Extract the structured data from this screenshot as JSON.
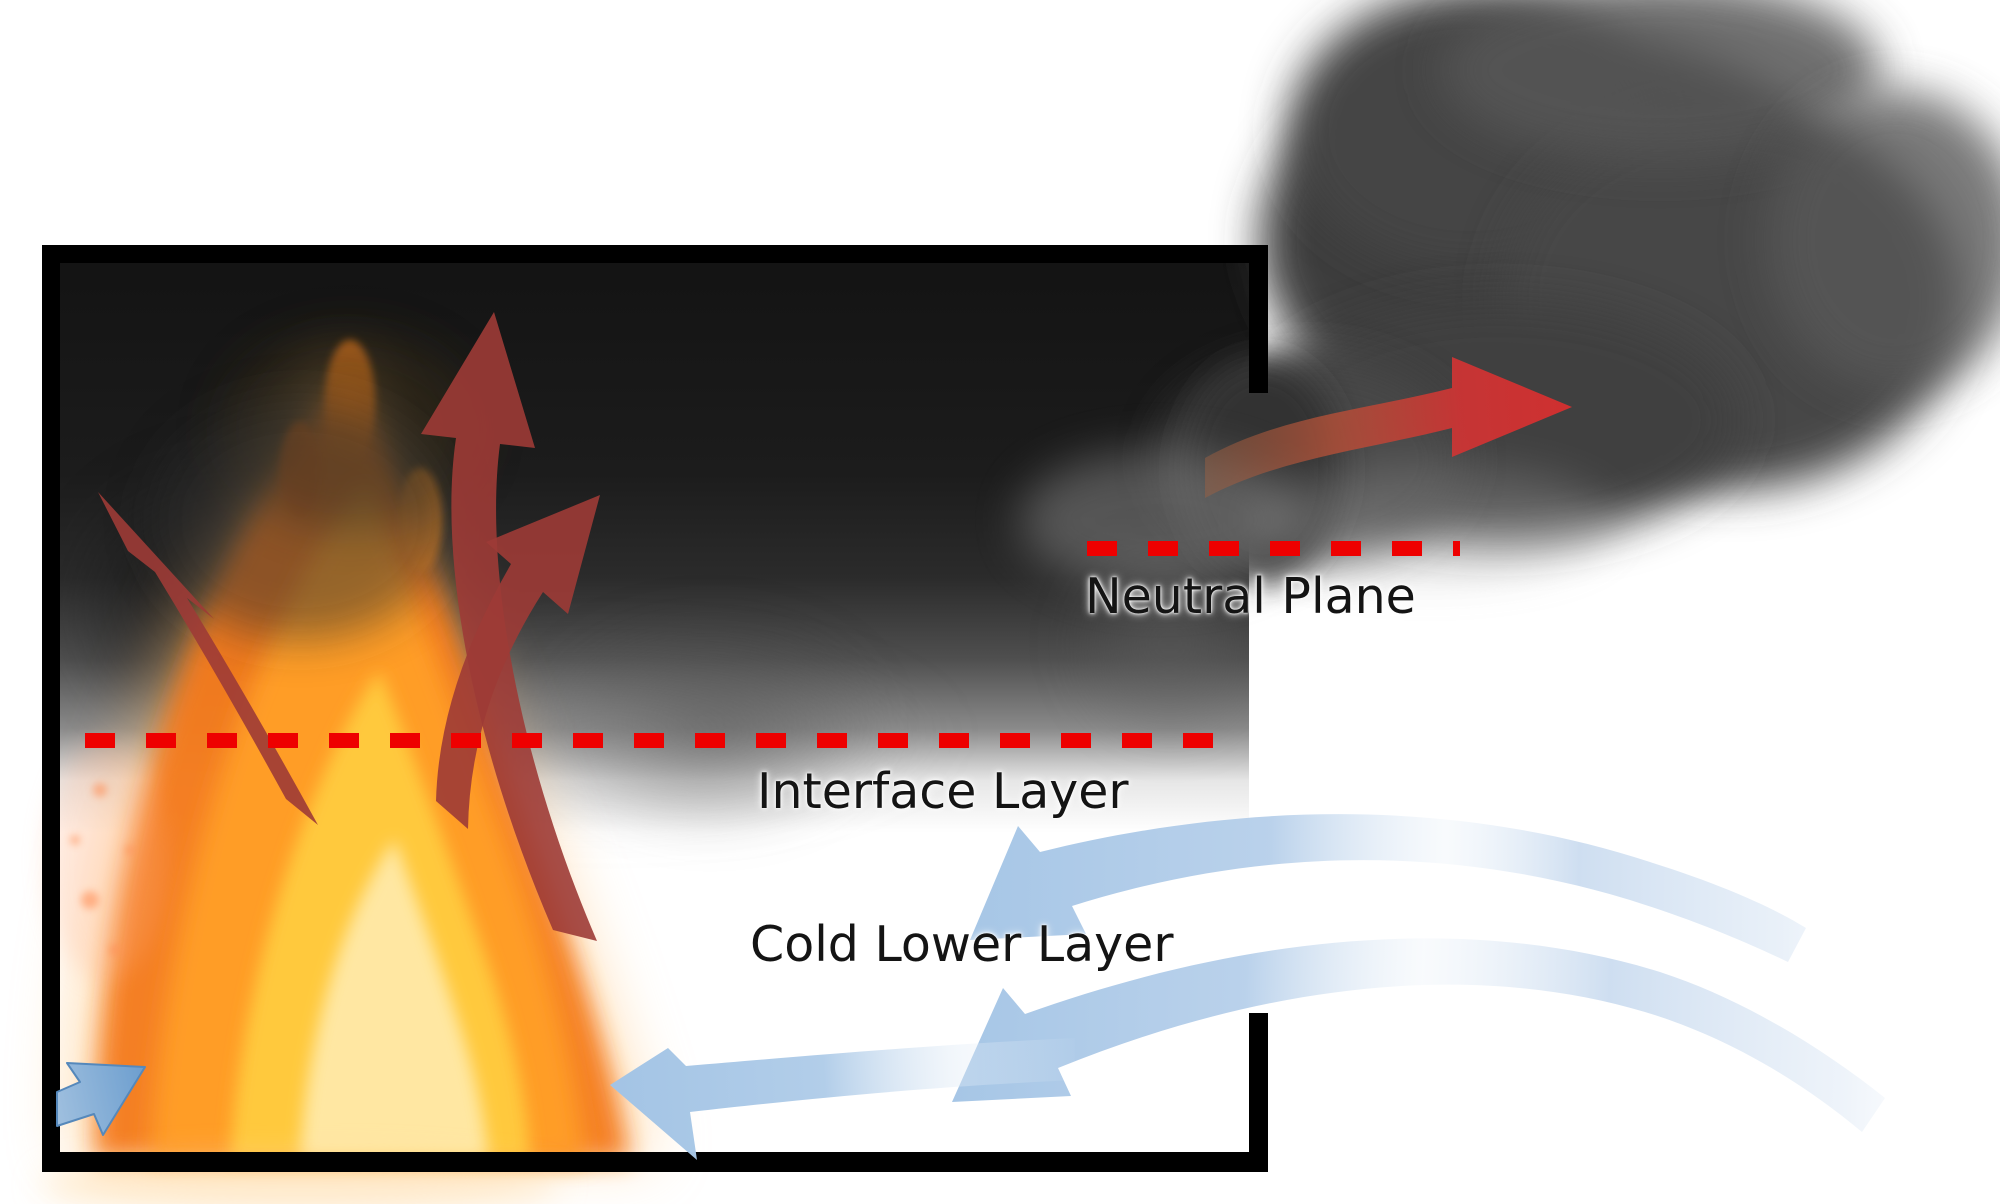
{
  "diagram": {
    "title": "Compartment fire smoke layer diagram",
    "labels": {
      "neutral_plane": "Neutral Plane",
      "interface_layer": "Interface Layer",
      "cold_lower_layer": "Cold Lower Layer"
    },
    "colors": {
      "dash-red": "#ee0000",
      "label-text": "#141414",
      "wall-black": "#000000",
      "hot-arrow": "#9d3b36",
      "vent-arrow-red": "#cc3434",
      "vent-arrow-tail": "#a06040",
      "cool-arrow": "#a9c8e7",
      "cool-arrow-strong": "#6b9dce",
      "smoke-dark": "#1b1b1b",
      "plume-gray": "#3c3c3c",
      "flame-orange": "#f47a1c",
      "flame-mid": "#ff9d26",
      "flame-yellow": "#ffc93e",
      "flame-core": "#ffe9a8"
    },
    "arrows": {
      "hot_gas": [
        {
          "name": "hot-gas-arrow-left",
          "direction": "up-left"
        },
        {
          "name": "hot-gas-arrow-middle",
          "direction": "up"
        },
        {
          "name": "hot-gas-arrow-right",
          "direction": "up-right"
        },
        {
          "name": "vent-smoke-arrow",
          "direction": "out-through-opening-right"
        }
      ],
      "cool_air": [
        {
          "name": "cool-air-arrow-upper",
          "direction": "in-down-left"
        },
        {
          "name": "cool-air-arrow-lower",
          "direction": "in-down-left"
        },
        {
          "name": "cool-air-arrow-floor",
          "direction": "in-left-along-floor"
        },
        {
          "name": "cool-air-arrow-left-wall",
          "direction": "in-up-right"
        }
      ]
    }
  }
}
